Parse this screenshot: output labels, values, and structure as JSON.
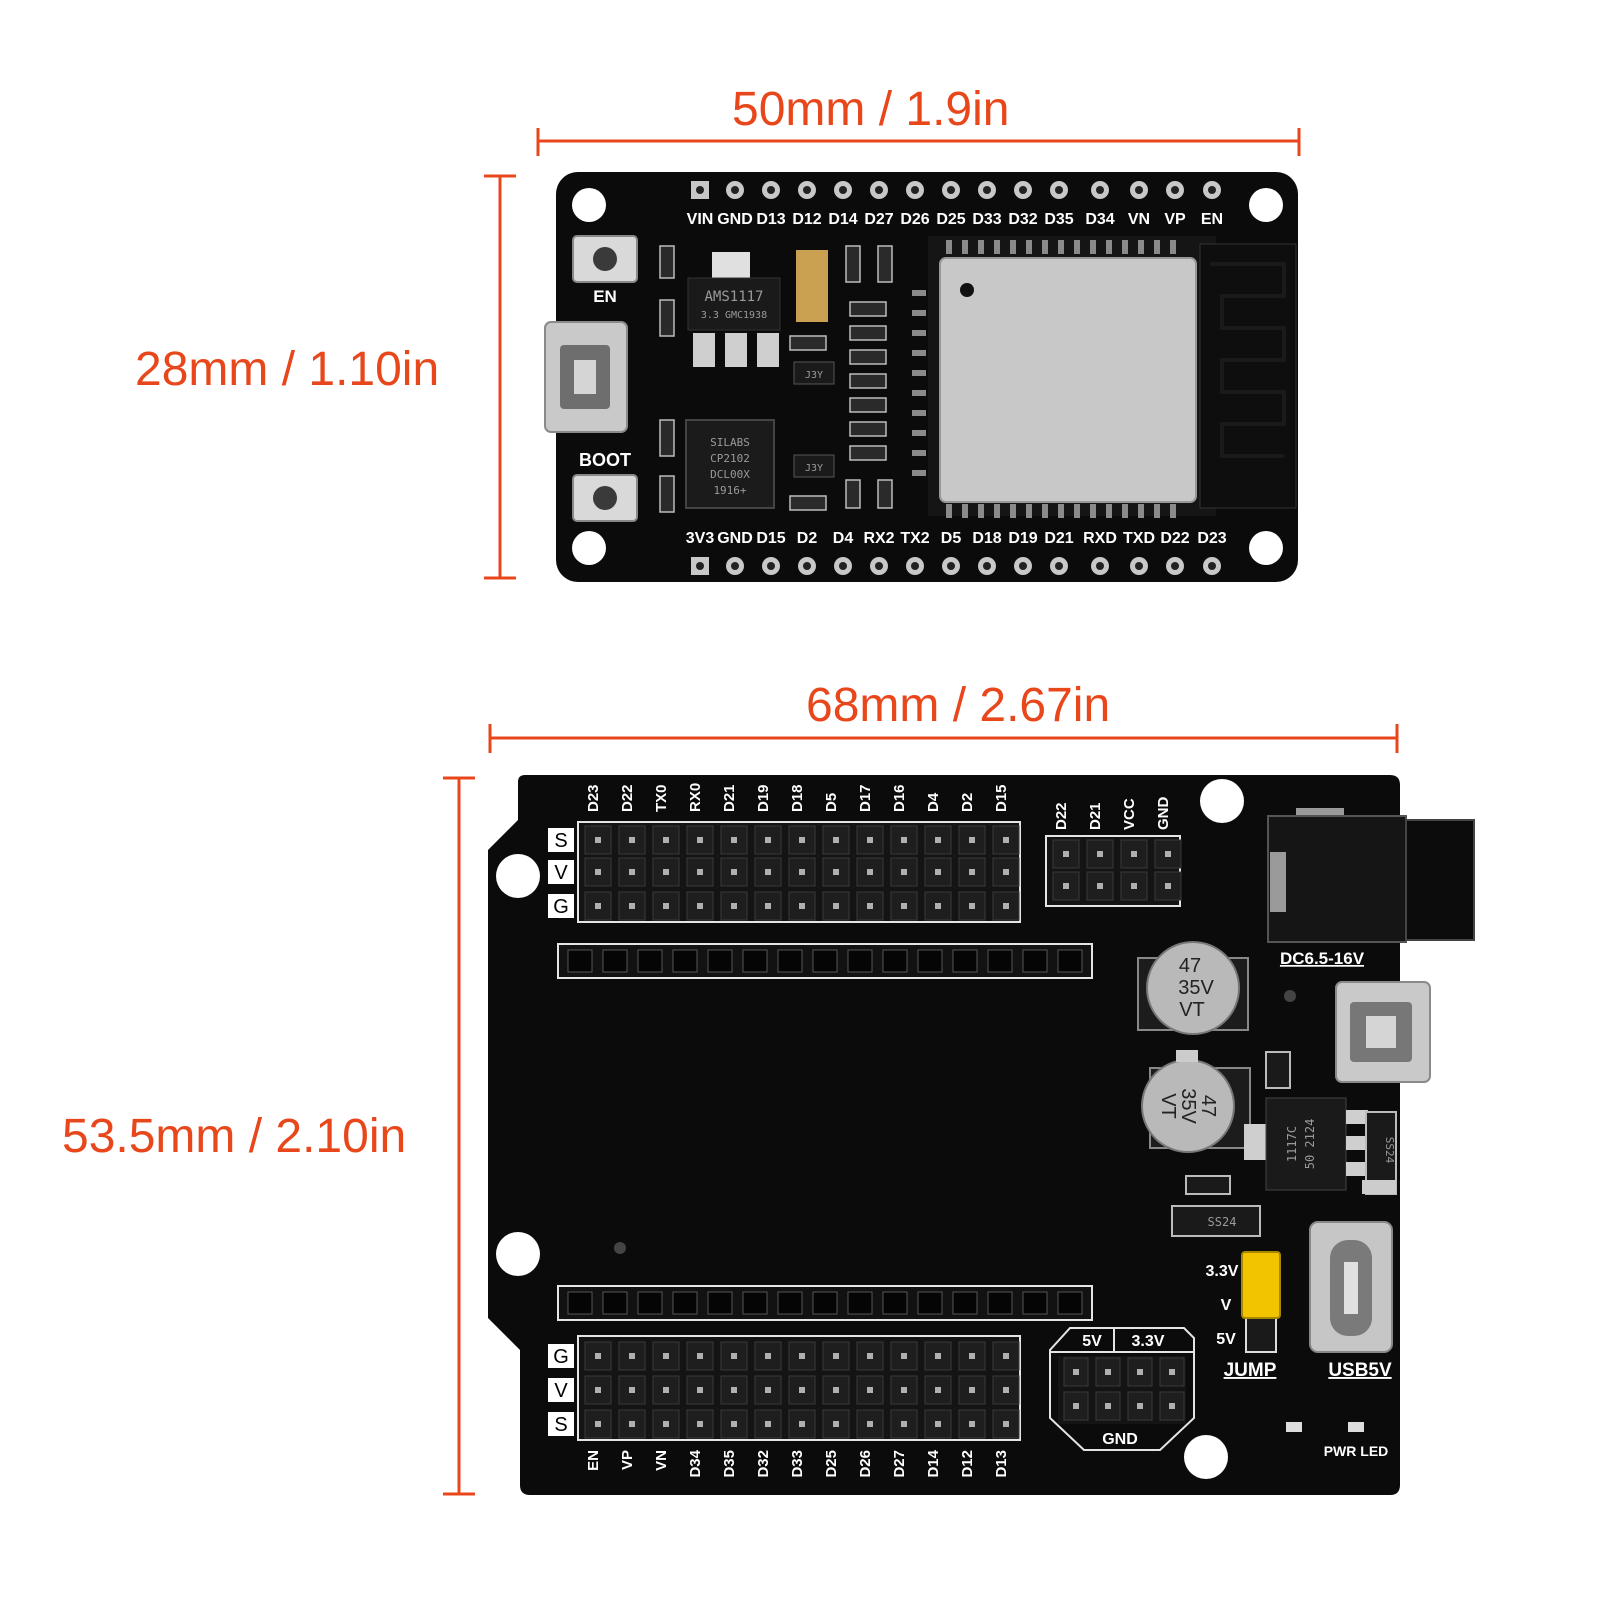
{
  "dimensions": {
    "board1_width": "50mm / 1.9in",
    "board1_height": "28mm / 1.10in",
    "board2_width": "68mm / 2.67in",
    "board2_height": "53.5mm / 2.10in"
  },
  "colors": {
    "dimension": "#e8471c",
    "pcb": "#0b0b0b",
    "silkscreen": "#ffffff",
    "jumper": "#f2c400"
  },
  "devkit": {
    "top_pins": [
      "VIN",
      "GND",
      "D13",
      "D12",
      "D14",
      "D27",
      "D26",
      "D25",
      "D33",
      "D32",
      "D35",
      "D34",
      "VN",
      "VP",
      "EN"
    ],
    "bottom_pins": [
      "3V3",
      "GND",
      "D15",
      "D2",
      "D4",
      "RX2",
      "TX2",
      "D5",
      "D18",
      "D19",
      "D21",
      "RXD",
      "TXD",
      "D22",
      "D23"
    ],
    "en_button_label": "EN",
    "boot_button_label": "BOOT",
    "regulator_text": [
      "AMS1117",
      "3.3  GMC1938"
    ],
    "usb_chip_text": [
      "SILABS",
      "CP2102",
      "DCL00X",
      "1916+"
    ],
    "transistor_text": "J3Y"
  },
  "shield": {
    "top_header_pins": [
      "D23",
      "D22",
      "TX0",
      "RX0",
      "D21",
      "D19",
      "D18",
      "D5",
      "D17",
      "D16",
      "D4",
      "D2",
      "D15"
    ],
    "i2c_pins": [
      "D22",
      "D21",
      "VCC",
      "GND"
    ],
    "bottom_header_pins": [
      "EN",
      "VP",
      "VN",
      "D34",
      "D35",
      "D32",
      "D33",
      "D25",
      "D26",
      "D27",
      "D14",
      "D12",
      "D13"
    ],
    "row_labels_top": [
      "S",
      "V",
      "G"
    ],
    "row_labels_bottom": [
      "G",
      "V",
      "S"
    ],
    "dc_jack_label": "DC6.5-16V",
    "cap1_text": [
      "47",
      "35V",
      "VT"
    ],
    "cap2_text": [
      "47",
      "35V",
      "VT"
    ],
    "regulator_text": [
      "1117C",
      "50 2124"
    ],
    "diode_text": "SS24",
    "jumper_labels": [
      "3.3V",
      "V",
      "5V"
    ],
    "jumper_title": "JUMP",
    "usb_label": "USB5V",
    "power_header_labels": [
      "5V",
      "3.3V"
    ],
    "power_gnd_label": "GND",
    "pwr_led_label": "PWR LED"
  }
}
